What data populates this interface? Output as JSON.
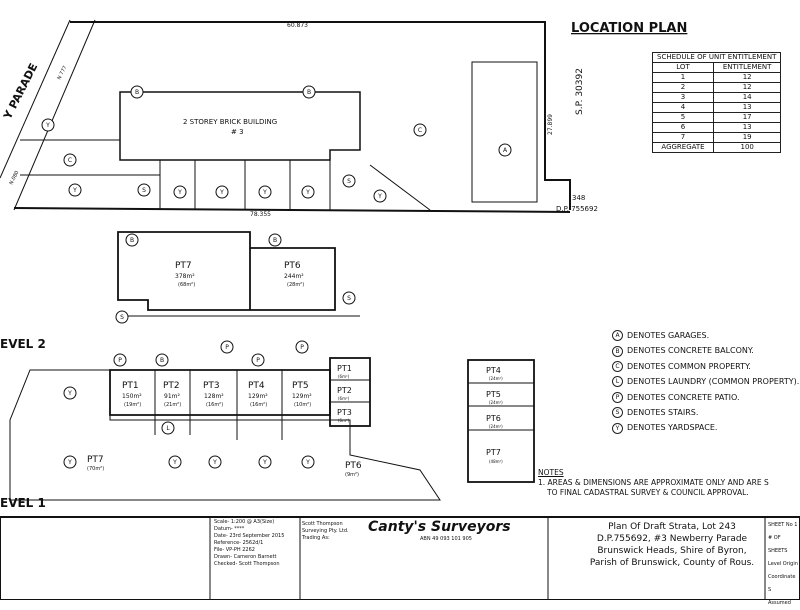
{
  "title": "LOCATION PLAN",
  "street": {
    "suffix": "Y PARADE",
    "bearing": "N 777"
  },
  "dimensions": {
    "top": "60.873",
    "right": "27.899",
    "bottom": "78.355",
    "left": "N.080"
  },
  "adjacent": {
    "sp": "S.P. 30392",
    "lot": "348",
    "dp": "D.P. 755692"
  },
  "building_label": {
    "line1": "2 STOREY BRICK BUILDING",
    "line2": "# 3"
  },
  "level_labels": {
    "level2": "EVEL 2",
    "level1": "EVEL 1"
  },
  "schedule": {
    "title": "SCHEDULE OF UNIT ENTITLEMENT",
    "headers": [
      "LOT",
      "ENTITLEMENT"
    ],
    "rows": [
      [
        "1",
        "12"
      ],
      [
        "2",
        "12"
      ],
      [
        "3",
        "14"
      ],
      [
        "4",
        "13"
      ],
      [
        "5",
        "17"
      ],
      [
        "6",
        "13"
      ],
      [
        "7",
        "19"
      ]
    ],
    "aggregate_label": "AGGREGATE",
    "aggregate_value": "100"
  },
  "legend": [
    {
      "sym": "A",
      "text": "DENOTES GARAGES."
    },
    {
      "sym": "B",
      "text": "DENOTES CONCRETE BALCONY."
    },
    {
      "sym": "C",
      "text": "DENOTES COMMON PROPERTY."
    },
    {
      "sym": "L",
      "text": "DENOTES LAUNDRY (COMMON PROPERTY)."
    },
    {
      "sym": "P",
      "text": "DENOTES CONCRETE PATIO."
    },
    {
      "sym": "S",
      "text": "DENOTES STAIRS."
    },
    {
      "sym": "Y",
      "text": "DENOTES YARDSPACE."
    }
  ],
  "notes": {
    "heading": "NOTES",
    "line1": "1. AREAS & DIMENSIONS ARE APPROXIMATE ONLY AND ARE S",
    "line2": "TO FINAL CADASTRAL SURVEY & COUNCIL APPROVAL."
  },
  "level2_units": [
    {
      "name": "PT7",
      "area": "378m²",
      "sub": "(68m²)"
    },
    {
      "name": "PT6",
      "area": "244m²",
      "sub": "(28m²)"
    }
  ],
  "level1_units": [
    {
      "name": "PT1",
      "area": "150m²",
      "sub": "(19m²)"
    },
    {
      "name": "PT2",
      "area": "91m²",
      "sub": "(21m²)"
    },
    {
      "name": "PT3",
      "area": "128m²",
      "sub": "(16m²)"
    },
    {
      "name": "PT4",
      "area": "129m²",
      "sub": "(16m²)"
    },
    {
      "name": "PT5",
      "area": "129m²",
      "sub": "(10m²)"
    }
  ],
  "level1_right_units": [
    {
      "name": "PT1",
      "sub": "(6m²)"
    },
    {
      "name": "PT2",
      "sub": "(6m²)"
    },
    {
      "name": "PT3",
      "sub": "(6m²)"
    }
  ],
  "level1_extra": {
    "pt7": "PT7",
    "pt7_sub": "(70m²)",
    "pt6": "PT6",
    "pt6_sub": "(9m²)"
  },
  "garages": [
    {
      "name": "PT4",
      "sub": "(24m²)"
    },
    {
      "name": "PT5",
      "sub": "(24m²)"
    },
    {
      "name": "PT6",
      "sub": "(24m²)"
    },
    {
      "name": "PT7",
      "sub": "(48m²)"
    }
  ],
  "title_block": {
    "scale": "Scale- 1:200 @ A3(Size)",
    "datum": "Datum- ****",
    "date": "Date- 23rd September 2015",
    "reference": "Reference- 2562d/1",
    "file": "File- VP-PH 2262",
    "drawn": "Drawn- Cameron Barnett",
    "checked": "Checked- Scott Thompson",
    "company": "Scott Thompson Surveying Pty. Ltd.",
    "trading": "Trading As:",
    "brand": "Canty's Surveyors",
    "abn": "ABN 49 093 101 905",
    "plan_line1": "Plan Of Draft Strata, Lot 243",
    "plan_line2": "D.P.755692, #3 Newberry Parade",
    "plan_line3": "Brunswick Heads, Shire of Byron,",
    "plan_line4": "Parish of Brunswick, County of Rous.",
    "sheet": "SHEET No 1",
    "sheets": "# OF SHEETS",
    "level_origin": "Level Origin",
    "coordinate": "Coordinate S",
    "assumed": "Assumed"
  }
}
